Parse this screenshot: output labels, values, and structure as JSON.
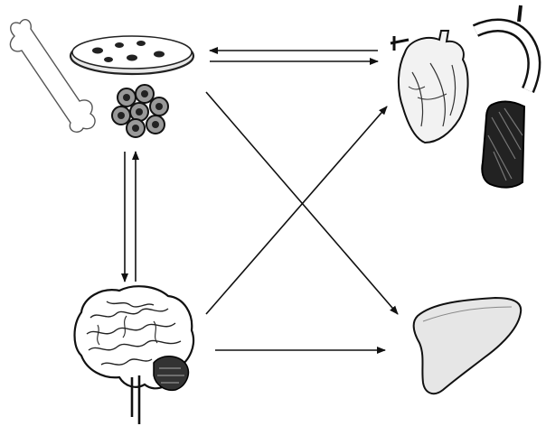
{
  "diagram": {
    "nodes": [
      {
        "id": "stem-cells",
        "icon": "bone-petri-dish-cells-icon"
      },
      {
        "id": "heart-vessel-muscle",
        "icon": "heart-vessel-muscle-icon"
      },
      {
        "id": "brain",
        "icon": "brain-icon"
      },
      {
        "id": "liver",
        "icon": "liver-icon"
      }
    ],
    "edges": [
      {
        "from": "stem-cells",
        "to": "heart-vessel-muscle",
        "bidirectional": true
      },
      {
        "from": "stem-cells",
        "to": "brain",
        "bidirectional": true
      },
      {
        "from": "stem-cells",
        "to": "liver",
        "bidirectional": false
      },
      {
        "from": "brain",
        "to": "heart-vessel-muscle",
        "bidirectional": false
      },
      {
        "from": "brain",
        "to": "liver",
        "bidirectional": false
      }
    ],
    "colors": {
      "line": "#111111",
      "background": "#ffffff"
    }
  }
}
